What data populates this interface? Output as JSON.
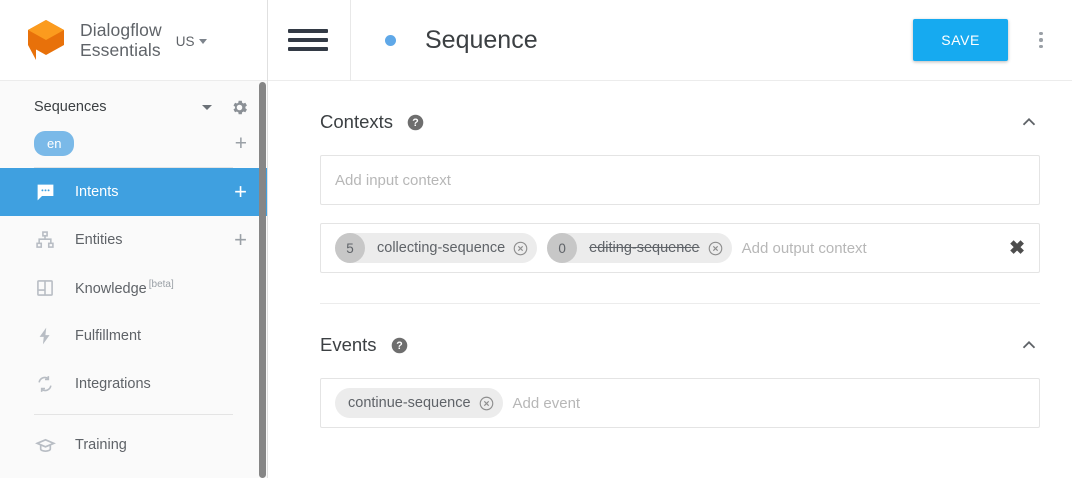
{
  "brand": {
    "logo_icon": "dialogflow-cube-logo",
    "name_line1": "Dialogflow",
    "name_line2": "Essentials",
    "region": "US",
    "region_caret_icon": "caret-down-icon"
  },
  "sidebar": {
    "agent": {
      "name": "Sequences",
      "caret_icon": "caret-down-icon",
      "gear_icon": "gear-icon"
    },
    "language": {
      "code": "en",
      "add_icon": "plus-icon"
    },
    "items": [
      {
        "label": "Intents",
        "icon": "chat-bubble-icon",
        "active": true,
        "add_icon": "plus-icon"
      },
      {
        "label": "Entities",
        "icon": "hierarchy-icon",
        "active": false,
        "add_icon": "plus-icon"
      },
      {
        "label": "Knowledge",
        "icon": "book-icon",
        "active": false,
        "badge": "[beta]"
      },
      {
        "label": "Fulfillment",
        "icon": "lightning-icon",
        "active": false
      },
      {
        "label": "Integrations",
        "icon": "sync-arrows-icon",
        "active": false
      },
      {
        "label": "Training",
        "icon": "graduation-cap-icon",
        "active": false
      }
    ]
  },
  "topbar": {
    "menu_icon": "hamburger-menu-icon",
    "status_dot": "status-dot-blue",
    "title": "Sequence",
    "save_label": "SAVE",
    "kebab_icon": "more-vertical-icon"
  },
  "contexts": {
    "title": "Contexts",
    "help_icon": "help-circle-icon",
    "collapse_icon": "chevron-up-icon",
    "input": {
      "placeholder": "Add input context",
      "chips": []
    },
    "output": {
      "placeholder": "Add output context",
      "clear_icon": "close-x-icon",
      "chips": [
        {
          "count": "5",
          "label": "collecting-sequence",
          "expired": false,
          "remove_icon": "remove-circle-icon"
        },
        {
          "count": "0",
          "label": "editing-sequence",
          "expired": true,
          "remove_icon": "remove-circle-icon"
        }
      ]
    }
  },
  "events": {
    "title": "Events",
    "help_icon": "help-circle-icon",
    "collapse_icon": "chevron-up-icon",
    "placeholder": "Add event",
    "chips": [
      {
        "label": "continue-sequence",
        "remove_icon": "remove-circle-icon"
      }
    ]
  },
  "colors": {
    "accent_blue": "#3fa0e0",
    "save_blue": "#16aaf0",
    "lang_chip_blue": "#7ab9e8",
    "logo_orange": "#e8710a",
    "logo_orange_light": "#fb9b1e"
  }
}
